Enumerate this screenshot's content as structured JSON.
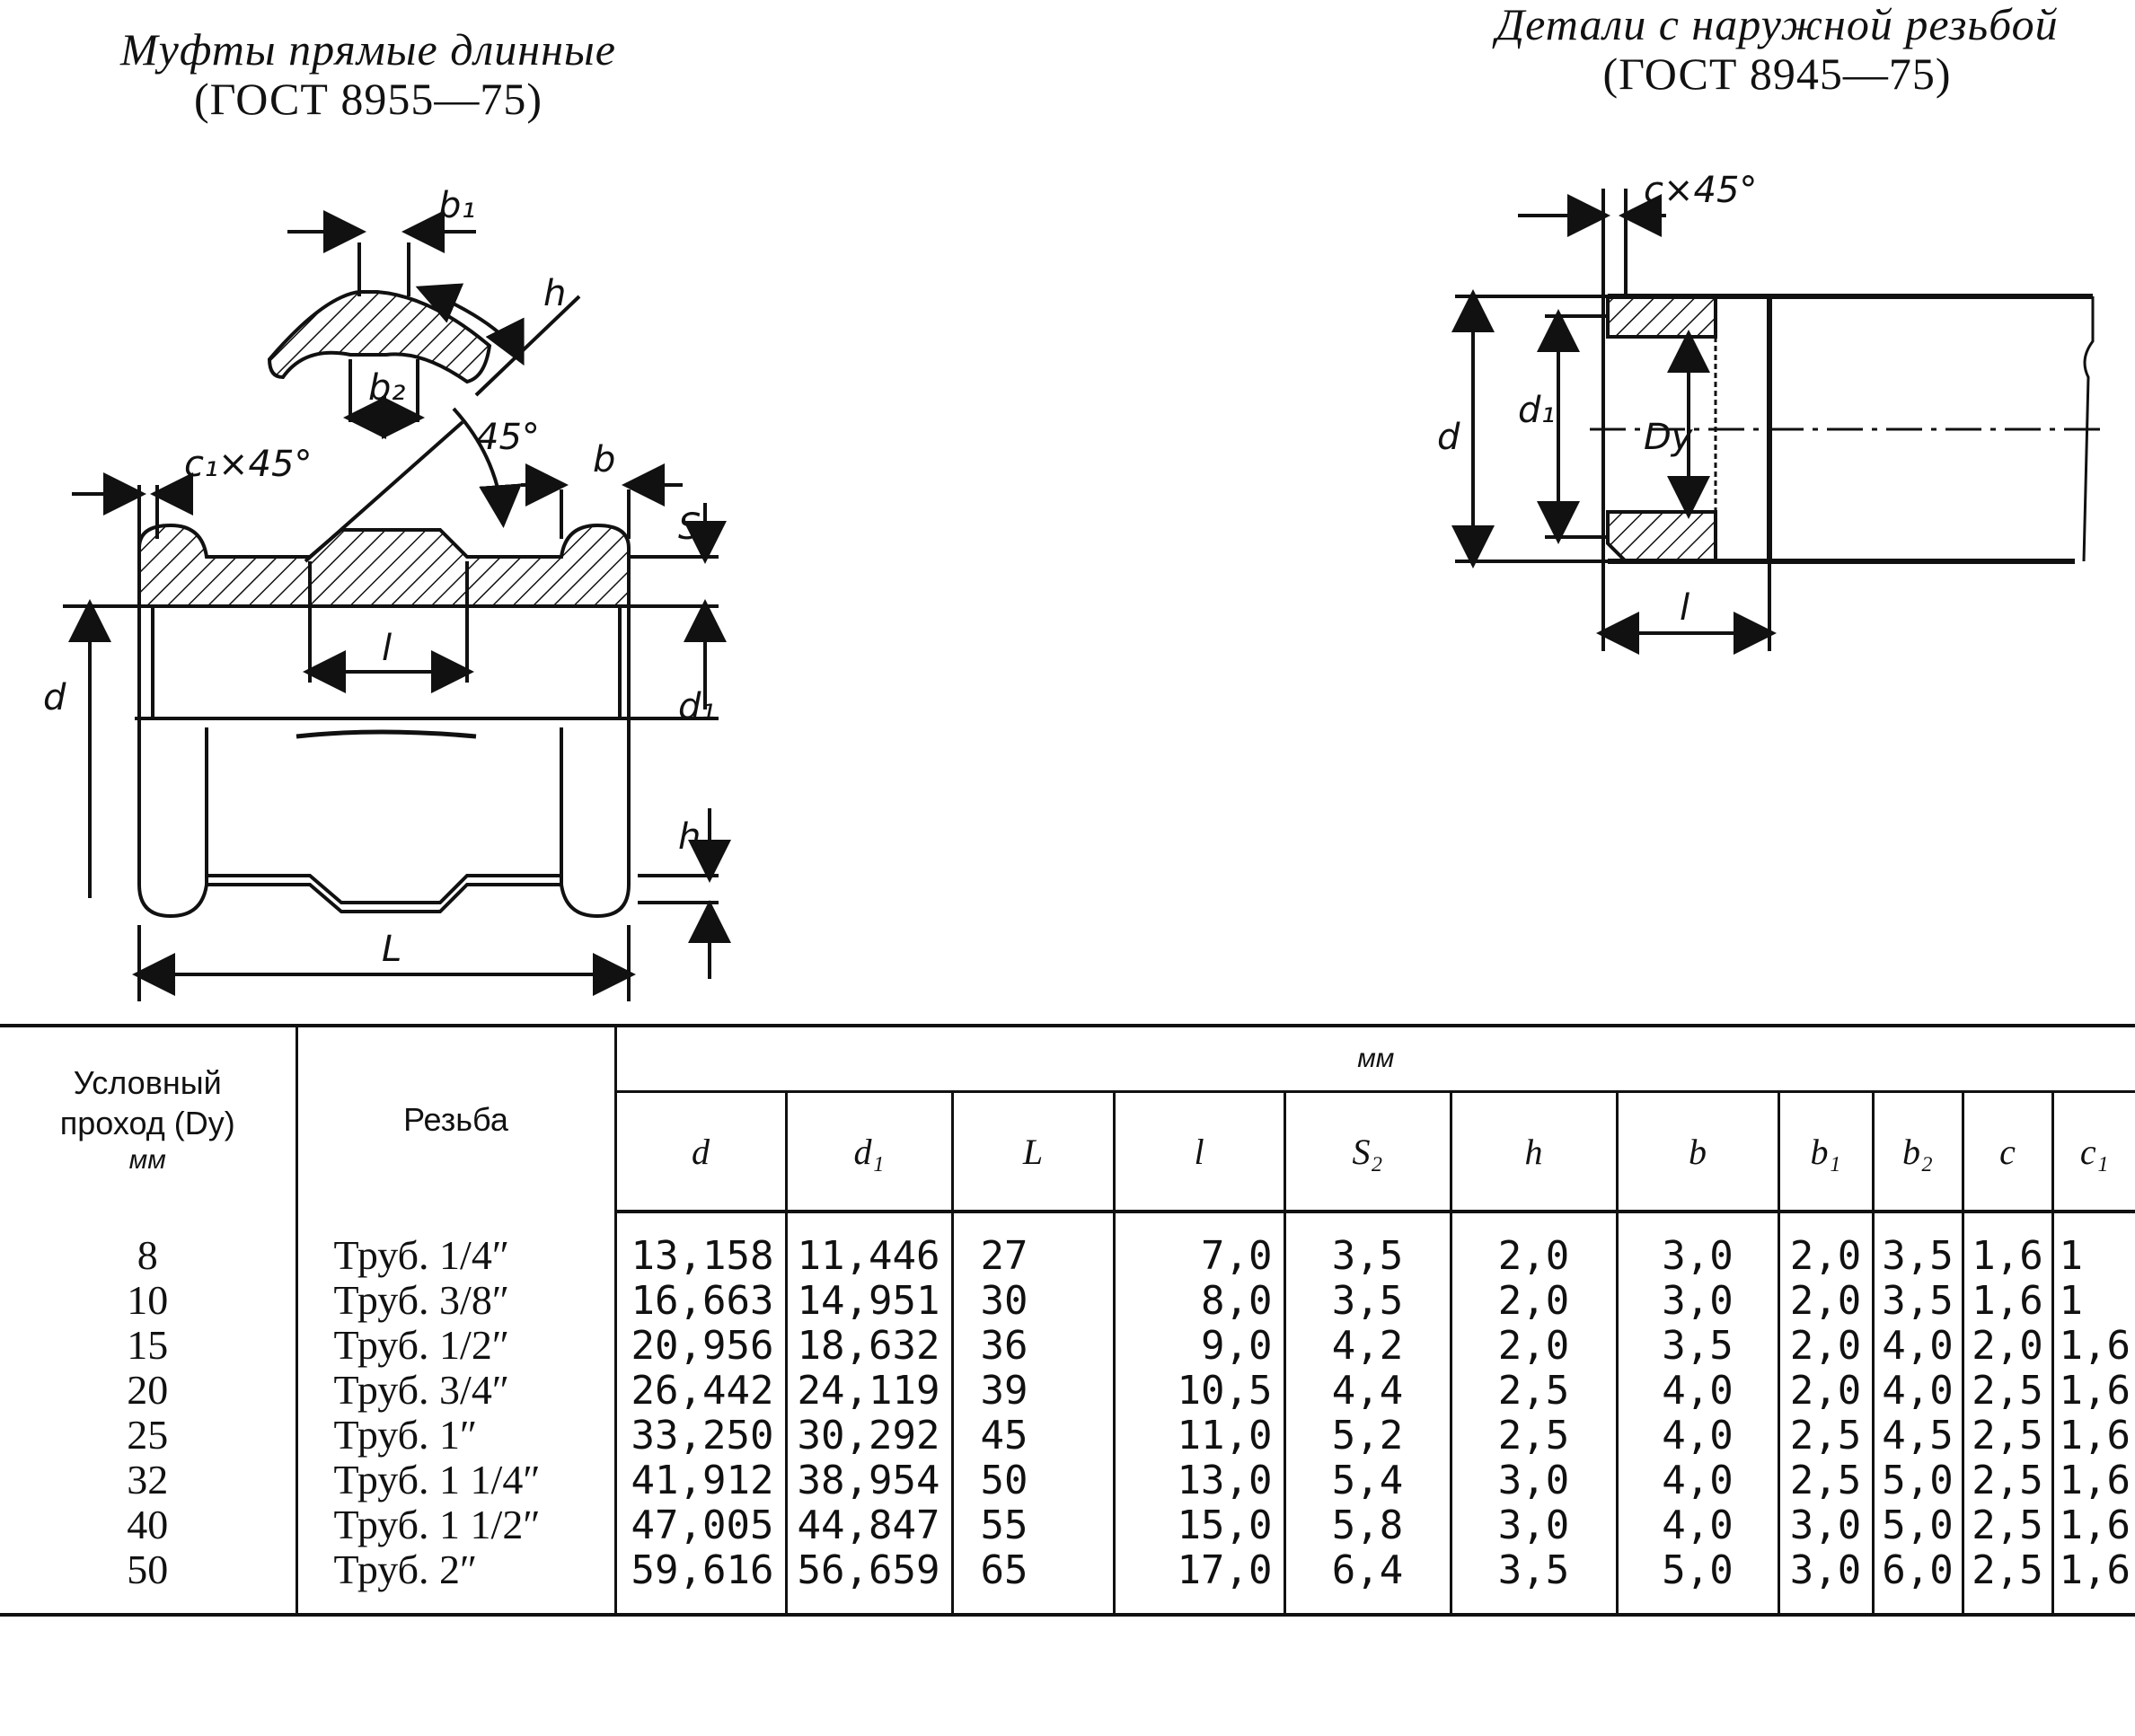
{
  "titles": {
    "left_line1": "Муфты прямые длинные",
    "left_line2": "(ГОСТ 8955—75)",
    "right_line1": "Детали с наружной резьбой",
    "right_line2": "(ГОСТ 8945—75)"
  },
  "drawing_labels": {
    "b1": "b₁",
    "h_top": "h",
    "b2": "b₂",
    "c1x45": "c₁×45°",
    "angle45": "45°",
    "b": "b",
    "s2": "S₂",
    "l_left": "l",
    "d_left": "d",
    "d1_left": "d₁",
    "h_side": "h",
    "L": "L",
    "cx45": "c×45°",
    "d_right": "d",
    "d1_right": "d₁",
    "dy": "Dy",
    "l_right": "l"
  },
  "table": {
    "header": {
      "col_passage_line1": "Условный",
      "col_passage_line2": "проход (Dy)",
      "col_passage_line3": "мм",
      "col_thread": "Резьба",
      "unit": "мм",
      "cols": [
        "d",
        "d₁",
        "L",
        "l",
        "S₂",
        "h",
        "b",
        "b₁",
        "b₂",
        "c",
        "c₁"
      ]
    },
    "passage": [
      "8",
      "10",
      "15",
      "20",
      "25",
      "32",
      "40",
      "50"
    ],
    "thread": [
      "Труб. 1/4″",
      "Труб. 3/8″",
      "Труб. 1/2″",
      "Труб. 3/4″",
      "Труб. 1″",
      "Труб. 1 1/4″",
      "Труб. 1 1/2″",
      "Труб. 2″"
    ],
    "d": [
      "13,158",
      "16,663",
      "20,956",
      "26,442",
      "33,250",
      "41,912",
      "47,005",
      "59,616"
    ],
    "d1": [
      "11,446",
      "14,951",
      "18,632",
      "24,119",
      "30,292",
      "38,954",
      "44,847",
      "56,659"
    ],
    "L": [
      "27",
      "30",
      "36",
      "39",
      "45",
      "50",
      "55",
      "65"
    ],
    "l": [
      "7,0",
      "8,0",
      "9,0",
      "10,5",
      "11,0",
      "13,0",
      "15,0",
      "17,0"
    ],
    "s2": [
      "3,5",
      "3,5",
      "4,2",
      "4,4",
      "5,2",
      "5,4",
      "5,8",
      "6,4"
    ],
    "h": [
      "2,0",
      "2,0",
      "2,0",
      "2,5",
      "2,5",
      "3,0",
      "3,0",
      "3,5"
    ],
    "b": [
      "3,0",
      "3,0",
      "3,5",
      "4,0",
      "4,0",
      "4,0",
      "4,0",
      "5,0"
    ],
    "b1": [
      "2,0",
      "2,0",
      "2,0",
      "2,0",
      "2,5",
      "2,5",
      "3,0",
      "3,0"
    ],
    "b2": [
      "3,5",
      "3,5",
      "4,0",
      "4,0",
      "4,5",
      "5,0",
      "5,0",
      "6,0"
    ],
    "c": [
      "1,6",
      "1,6",
      "2,0",
      "2,5",
      "2,5",
      "2,5",
      "2,5",
      "2,5"
    ],
    "c1": [
      "1",
      "1",
      "1,6",
      "1,6",
      "1,6",
      "1,6",
      "1,6",
      "1,6"
    ]
  }
}
